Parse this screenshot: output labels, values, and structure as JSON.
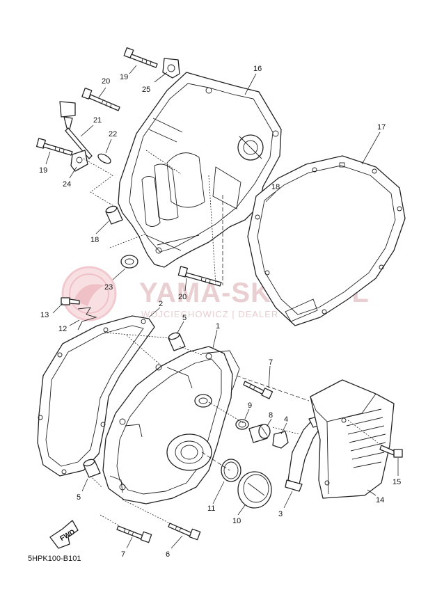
{
  "watermark": {
    "brand": "YAMA-SKLEP.PL",
    "subtitle": "WOJCIECHOWICZ | DEALER YAMAHA"
  },
  "diagram_code": "5HPK100-B101",
  "fwd_label": "FWD",
  "callouts": [
    {
      "id": "c19a",
      "label": "19"
    },
    {
      "id": "c25",
      "label": "25"
    },
    {
      "id": "c16",
      "label": "16"
    },
    {
      "id": "c20a",
      "label": "20"
    },
    {
      "id": "c21",
      "label": "21"
    },
    {
      "id": "c22",
      "label": "22"
    },
    {
      "id": "c19b",
      "label": "19"
    },
    {
      "id": "c24",
      "label": "24"
    },
    {
      "id": "c17",
      "label": "17"
    },
    {
      "id": "c18a",
      "label": "18"
    },
    {
      "id": "c18b",
      "label": "18"
    },
    {
      "id": "c23",
      "label": "23"
    },
    {
      "id": "c20b",
      "label": "20"
    },
    {
      "id": "c13",
      "label": "13"
    },
    {
      "id": "c12",
      "label": "12"
    },
    {
      "id": "c2",
      "label": "2"
    },
    {
      "id": "c5a",
      "label": "5"
    },
    {
      "id": "c1",
      "label": "1"
    },
    {
      "id": "c7a",
      "label": "7"
    },
    {
      "id": "c9",
      "label": "9"
    },
    {
      "id": "c8",
      "label": "8"
    },
    {
      "id": "c4",
      "label": "4"
    },
    {
      "id": "c15",
      "label": "15"
    },
    {
      "id": "c14",
      "label": "14"
    },
    {
      "id": "c5b",
      "label": "5"
    },
    {
      "id": "c11",
      "label": "11"
    },
    {
      "id": "c10",
      "label": "10"
    },
    {
      "id": "c3",
      "label": "3"
    },
    {
      "id": "c7b",
      "label": "7"
    },
    {
      "id": "c6",
      "label": "6"
    }
  ]
}
